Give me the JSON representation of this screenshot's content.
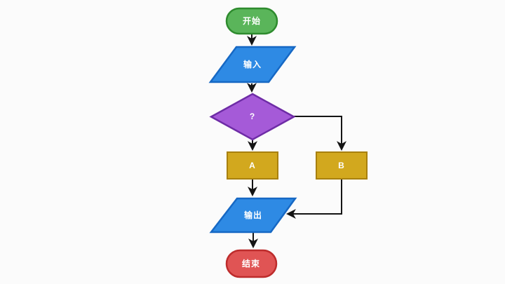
{
  "canvas": {
    "background_color": "#fbfbfb",
    "connector_color": "#141414",
    "node_text_color": "#ffffff"
  },
  "diagram": {
    "type": "flowchart",
    "nodes": {
      "start": {
        "label": "开始",
        "shape": "terminator",
        "fill": "#5ab55a",
        "stroke": "#2e8b2e"
      },
      "input": {
        "label": "输入",
        "shape": "parallelogram",
        "fill": "#2e8ae4",
        "stroke": "#1668c4"
      },
      "decision": {
        "label": "?",
        "shape": "diamond",
        "fill": "#a55ad8",
        "stroke": "#6e2ca6"
      },
      "process_a": {
        "label": "A",
        "shape": "rectangle",
        "fill": "#d2a81e",
        "stroke": "#a8800e"
      },
      "process_b": {
        "label": "B",
        "shape": "rectangle",
        "fill": "#d2a81e",
        "stroke": "#a8800e"
      },
      "output": {
        "label": "输出",
        "shape": "parallelogram",
        "fill": "#2e8ae4",
        "stroke": "#1668c4"
      },
      "end": {
        "label": "结束",
        "shape": "terminator",
        "fill": "#e05454",
        "stroke": "#bd2c2c"
      }
    },
    "edges": [
      {
        "from": "start",
        "to": "input"
      },
      {
        "from": "input",
        "to": "decision"
      },
      {
        "from": "decision",
        "to": "process_a"
      },
      {
        "from": "decision",
        "to": "process_b"
      },
      {
        "from": "process_a",
        "to": "output"
      },
      {
        "from": "process_b",
        "to": "output"
      },
      {
        "from": "output",
        "to": "end"
      }
    ]
  }
}
